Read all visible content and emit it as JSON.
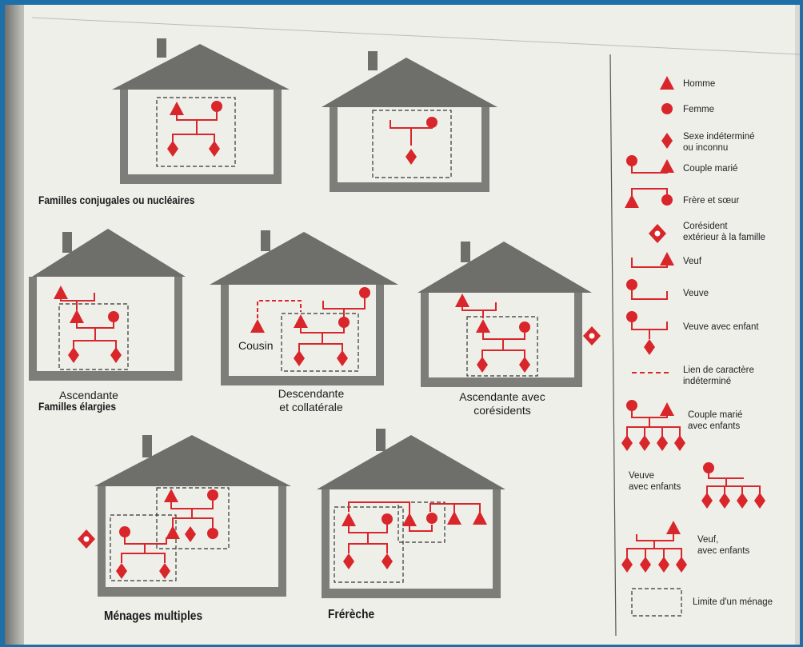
{
  "captions": {
    "conjugales": "Familles conjugales ou nucléaires",
    "elargies": "Familles élargies",
    "ascendante": "Ascendante",
    "descendante_l1": "Descendante",
    "descendante_l2": "et collatérale",
    "coresidents_l1": "Ascendante avec",
    "coresidents_l2": "corésidents",
    "cousin": "Cousin",
    "menages_multiples": "Ménages multiples",
    "frereche": "Frérèche"
  },
  "legend": {
    "homme": "Homme",
    "femme": "Femme",
    "sexe_l1": "Sexe indéterminé",
    "sexe_l2": "ou inconnu",
    "couple_marie": "Couple marié",
    "frere_soeur": "Frère et sœur",
    "coresident_l1": "Corésident",
    "coresident_l2": "extérieur à la famille",
    "veuf": "Veuf",
    "veuve": "Veuve",
    "veuve_enfant": "Veuve avec enfant",
    "lien_l1": "Lien de caractère",
    "lien_l2": "indéterminé",
    "couple_enfants_l1": "Couple marié",
    "couple_enfants_l2": "avec enfants",
    "veuve_enfants_l1": "Veuve",
    "veuve_enfants_l2": "avec enfants",
    "veuf_enfants_l1": "Veuf,",
    "veuf_enfants_l2": "avec enfants",
    "limite": "Limite d'un ménage"
  },
  "colors": {
    "symbol": "#d8262b",
    "house_wall": "#7d7d79",
    "house_roof": "#6e6e6a",
    "paper": "#efefea"
  },
  "icons": [
    "triangle-icon",
    "circle-icon",
    "diamond-icon",
    "coresident-icon"
  ]
}
